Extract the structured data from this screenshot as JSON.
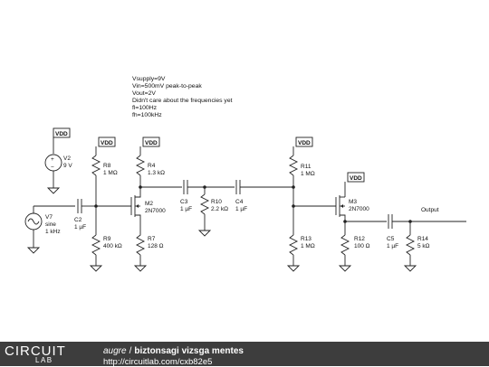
{
  "notes": [
    "Vsupply=9V",
    "Vin=500mV peak-to-peak",
    "Vout=2V",
    "Didn't care about the frequencies yet",
    "fl=100Hz",
    "fh=100kHz"
  ],
  "vdd_label": "VDD",
  "components": {
    "v2": {
      "name": "V2",
      "value": "9 V"
    },
    "v7": {
      "name": "V7",
      "type": "sine",
      "value": "1 kHz"
    },
    "c2": {
      "name": "C2",
      "value": "1 µF"
    },
    "r8": {
      "name": "R8",
      "value": "1 MΩ"
    },
    "r9": {
      "name": "R9",
      "value": "400 kΩ"
    },
    "r4": {
      "name": "R4",
      "value": "1.3 kΩ"
    },
    "m2": {
      "name": "M2",
      "value": "2N7000"
    },
    "r7": {
      "name": "R7",
      "value": "128 Ω"
    },
    "c3": {
      "name": "C3",
      "value": "1 µF"
    },
    "r10": {
      "name": "R10",
      "value": "2.2 kΩ"
    },
    "c4": {
      "name": "C4",
      "value": "1 µF"
    },
    "r11": {
      "name": "R11",
      "value": "1 MΩ"
    },
    "r13": {
      "name": "R13",
      "value": "1 MΩ"
    },
    "m3": {
      "name": "M3",
      "value": "2N7000"
    },
    "r12": {
      "name": "R12",
      "value": "100 Ω"
    },
    "c5": {
      "name": "C5",
      "value": "1 µF"
    },
    "r14": {
      "name": "R14",
      "value": "5 kΩ"
    }
  },
  "output_label": "Output",
  "footer": {
    "logo_main": "CIRCUIT",
    "logo_sub": "LAB",
    "author": "augre",
    "separator": "/",
    "title": "biztonsagi vizsga mentes",
    "url": "http://circuitlab.com/cxb82e5"
  }
}
